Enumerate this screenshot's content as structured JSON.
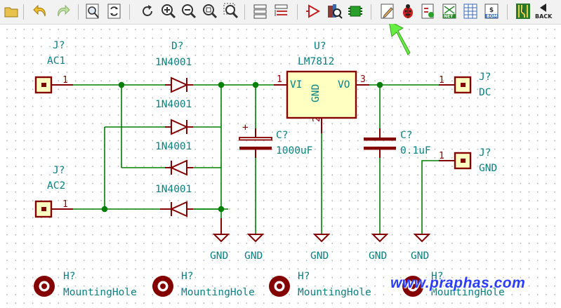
{
  "toolbar": {
    "buttons": [
      {
        "name": "folder",
        "icon": "folder-icon"
      },
      {
        "name": "undo",
        "icon": "undo-icon"
      },
      {
        "name": "redo",
        "icon": "redo-icon"
      },
      {
        "name": "find",
        "icon": "find-icon"
      },
      {
        "name": "find-replace",
        "icon": "find-replace-icon"
      },
      {
        "name": "refresh",
        "icon": "refresh-icon"
      },
      {
        "name": "zoom-in",
        "icon": "zoom-in-icon"
      },
      {
        "name": "zoom-out",
        "icon": "zoom-out-icon"
      },
      {
        "name": "zoom-fit",
        "icon": "zoom-fit-icon"
      },
      {
        "name": "zoom-selection",
        "icon": "zoom-selection-icon"
      },
      {
        "name": "hierarchy",
        "icon": "hierarchy-icon"
      },
      {
        "name": "leave-sheet",
        "icon": "leave-sheet-icon"
      },
      {
        "name": "symbol-editor",
        "icon": "symbol-editor-icon"
      },
      {
        "name": "library-browser",
        "icon": "library-browser-icon"
      },
      {
        "name": "footprint-assign",
        "icon": "footprint-assign-icon"
      },
      {
        "name": "annotate",
        "icon": "annotate-icon"
      },
      {
        "name": "erc",
        "icon": "ladybug-icon"
      },
      {
        "name": "footprint-editor",
        "icon": "footprint-editor-icon"
      },
      {
        "name": "netlist",
        "icon": "netlist-icon",
        "label": "NET"
      },
      {
        "name": "field-table",
        "icon": "table-icon"
      },
      {
        "name": "bom",
        "icon": "bom-icon",
        "label": "BOM"
      },
      {
        "name": "pcb",
        "icon": "pcb-icon"
      },
      {
        "name": "back",
        "icon": "back-icon",
        "label": "BACK"
      }
    ]
  },
  "schematic": {
    "j_ac1": {
      "ref": "J?",
      "value": "AC1",
      "pin": "1"
    },
    "j_ac2": {
      "ref": "J?",
      "value": "AC2",
      "pin": "1"
    },
    "j_dc": {
      "ref": "J?",
      "value": "DC",
      "pin": "1"
    },
    "j_gnd": {
      "ref": "J?",
      "value": "GND",
      "pin": "1"
    },
    "diodes": [
      {
        "ref": "D?",
        "value": "1N4001"
      },
      {
        "value": "1N4001"
      },
      {
        "value": "1N4001"
      },
      {
        "value": "1N4001"
      }
    ],
    "reg": {
      "ref": "U?",
      "value": "LM7812",
      "pin_in": "1",
      "pin_out": "3",
      "pin_gnd": "2",
      "in": "VI",
      "out": "VO",
      "gnd": "GND"
    },
    "c1": {
      "ref": "C?",
      "value": "1000uF",
      "polarity": "+"
    },
    "c2": {
      "ref": "C?",
      "value": "0.1uF"
    },
    "gnd_labels": [
      "GND",
      "GND",
      "GND",
      "GND",
      "GND"
    ],
    "holes": [
      {
        "ref": "H?",
        "value": "MountingHole"
      },
      {
        "ref": "H?",
        "value": "MountingHole"
      },
      {
        "ref": "H?",
        "value": "MountingHole"
      },
      {
        "ref": "H?",
        "value": "MountingHole"
      }
    ]
  },
  "watermark": "www.praphas.com",
  "colors": {
    "wire": "#008000",
    "component": "#840000",
    "fill": "#ffffc2",
    "text": "#0a8080",
    "pin": "#8a0000",
    "arrow": "#66ee44"
  }
}
